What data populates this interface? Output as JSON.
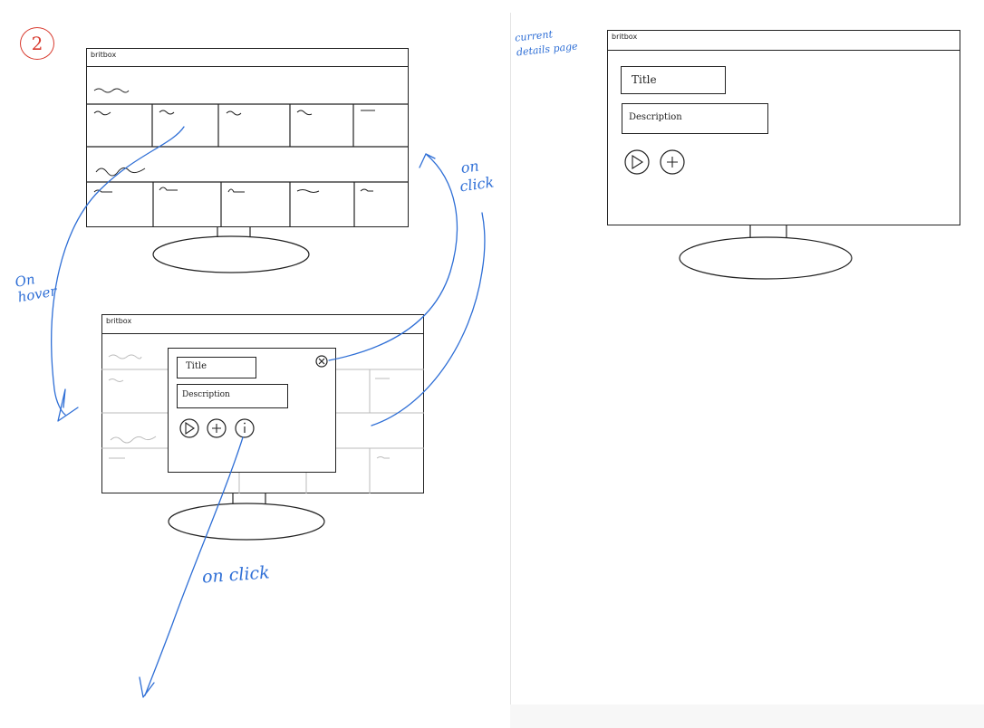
{
  "step_number": "2",
  "brand": "britbox",
  "browse_mockup": {
    "brand": "britbox"
  },
  "hover_mockup": {
    "brand": "britbox",
    "title_field": "Title",
    "description_field": "Description",
    "icons": [
      "play-icon",
      "plus-icon",
      "info-icon",
      "close-icon"
    ]
  },
  "details_mockup": {
    "brand": "britbox",
    "title_field": "Title",
    "description_field": "Description",
    "icons": [
      "play-icon",
      "plus-icon"
    ]
  },
  "annotations": {
    "on_hover_line1": "On",
    "on_hover_line2": "hover",
    "on_click_right_line1": "on",
    "on_click_right_line2": "click",
    "on_click_bottom": "on   click",
    "current_details_line1": "current",
    "current_details_line2": "details page"
  },
  "colors": {
    "sketch_ink": "#222222",
    "annotation_blue": "#2f6fd6",
    "step_red": "#d83a2e"
  }
}
